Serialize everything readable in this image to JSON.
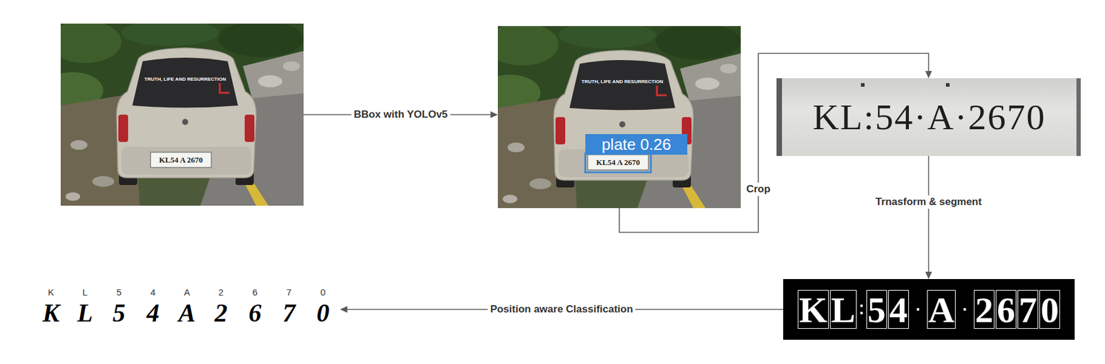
{
  "diagram": {
    "nodes": [
      {
        "text": [
          "TRUTH, LIFE AND RESURRECTION",
          "KL54 A 2670"
        ]
      },
      {
        "text": [
          "TRUTH, LIFE AND RESURRECTION",
          "plate 0.26",
          "KL54 A 2670"
        ]
      },
      {
        "text": [
          "KL:54·A·2670"
        ]
      },
      {
        "text": [
          "K",
          "L",
          "5",
          "4",
          "A",
          "2",
          "6",
          "7",
          "0"
        ]
      },
      {
        "text": [
          "K",
          "L",
          "5",
          "4",
          "A",
          "2",
          "6",
          "7",
          "0",
          "K",
          "L",
          "5",
          "4",
          "A",
          "2",
          "6",
          "7",
          "0"
        ]
      }
    ],
    "edges": [
      {
        "from": 0,
        "to": 1,
        "arrow": "to",
        "label": "BBox with YOLOv5"
      },
      {
        "from": 1,
        "to": 2,
        "arrow": "to",
        "label": "Crop"
      },
      {
        "from": 2,
        "to": 3,
        "arrow": "to",
        "label": "Trnasform & segment"
      },
      {
        "from": 3,
        "to": 4,
        "arrow": "to",
        "label": "Position aware Classification"
      }
    ]
  }
}
